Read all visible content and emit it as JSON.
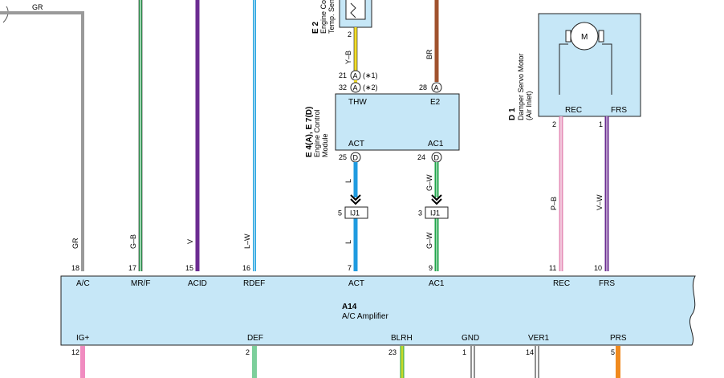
{
  "colors": {
    "GR": "#9a9a9a",
    "G-B": "#2fae5a",
    "V": "#6b2c91",
    "L-W": "#29a6e0",
    "Y-B": "#f2dd2a",
    "BR": "#a0522d",
    "L": "#1f9be0",
    "G-W": "#1fa44a",
    "P-B": "#e58fb8",
    "V-W": "#6b2c91",
    "box": "#c6e7f7",
    "IG+": "#f08cc0",
    "DEF": "#7ccf9b",
    "BLRH": "#c9d82a",
    "PRS": "#f08a1e"
  },
  "top_left": {
    "wire_label": "GR"
  },
  "sensor": {
    "code": "E 2",
    "name_lines": [
      "Engine Coolant",
      "Temp. Sensor"
    ],
    "pin": "2",
    "wire": "Y–B"
  },
  "ecm": {
    "code": "E 4(A), E 7(D)",
    "name_lines": [
      "Engine Control",
      "Module"
    ],
    "pin_thw_1": "21",
    "pin_thw_2": "32",
    "conn_a": "A",
    "conn_d": "D",
    "note1": "(∗1)",
    "note2": "(∗2)",
    "pin_e2": "28",
    "label_thw": "THW",
    "label_e2": "E2",
    "label_act": "ACT",
    "label_ac1": "AC1",
    "pin_act": "25",
    "pin_ac1": "24"
  },
  "br_wire": {
    "label": "BR"
  },
  "junction": {
    "pin_left": "5",
    "pin_right": "3",
    "label_left": "IJ1",
    "label_right": "IJ1",
    "wire_l_upper": "L",
    "wire_gw_upper": "G–W",
    "wire_l_lower": "L",
    "wire_gw_lower": "G–W"
  },
  "damper": {
    "code": "D 1",
    "name_lines": [
      "Damper Servo Motor",
      "(Air Inlet)"
    ],
    "motor": "M",
    "label_rec": "REC",
    "label_frs": "FRS",
    "pin_rec": "2",
    "pin_frs": "1",
    "wire_pb": "P–B",
    "wire_vw": "V–W"
  },
  "amplifier": {
    "code": "A14",
    "name": "A/C Amplifier",
    "top_pins": [
      {
        "wire": "GR",
        "pin": "18",
        "label": "A/C"
      },
      {
        "wire": "G–B",
        "pin": "17",
        "label": "MR/F"
      },
      {
        "wire": "V",
        "pin": "15",
        "label": "ACID"
      },
      {
        "wire": "L–W",
        "pin": "16",
        "label": "RDEF"
      },
      {
        "wire": "",
        "pin": "7",
        "label": "ACT"
      },
      {
        "wire": "",
        "pin": "9",
        "label": "AC1"
      },
      {
        "wire": "",
        "pin": "11",
        "label": "REC"
      },
      {
        "wire": "",
        "pin": "10",
        "label": "FRS"
      }
    ],
    "bottom_pins": [
      {
        "pin": "12",
        "label": "IG+"
      },
      {
        "pin": "2",
        "label": "DEF"
      },
      {
        "pin": "23",
        "label": "BLRH"
      },
      {
        "pin": "1",
        "label": "GND"
      },
      {
        "pin": "14",
        "label": "VER1"
      },
      {
        "pin": "5",
        "label": "PRS"
      }
    ]
  }
}
